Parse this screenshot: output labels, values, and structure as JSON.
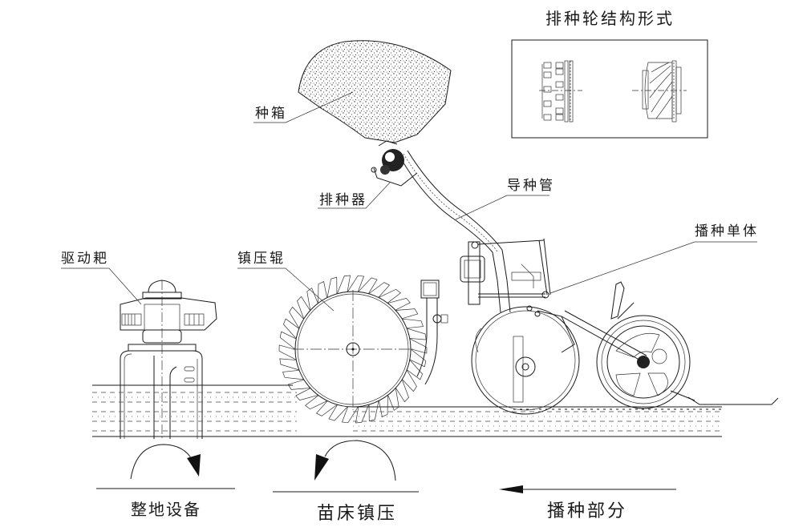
{
  "title": "排种轮结构形式",
  "labels": {
    "seed_box": "种箱",
    "seed_meter": "排种器",
    "seed_tube": "导种管",
    "seeding_unit": "播种单体",
    "drive_harrow": "驱动耙",
    "press_roller": "镇压辊"
  },
  "sections": {
    "soil_prep": "整地设备",
    "seedbed_press": "苗床镇压",
    "seeding": "播种部分"
  },
  "colors": {
    "line": "#1a1a1a",
    "background": "#ffffff",
    "stipple": "#555555"
  }
}
